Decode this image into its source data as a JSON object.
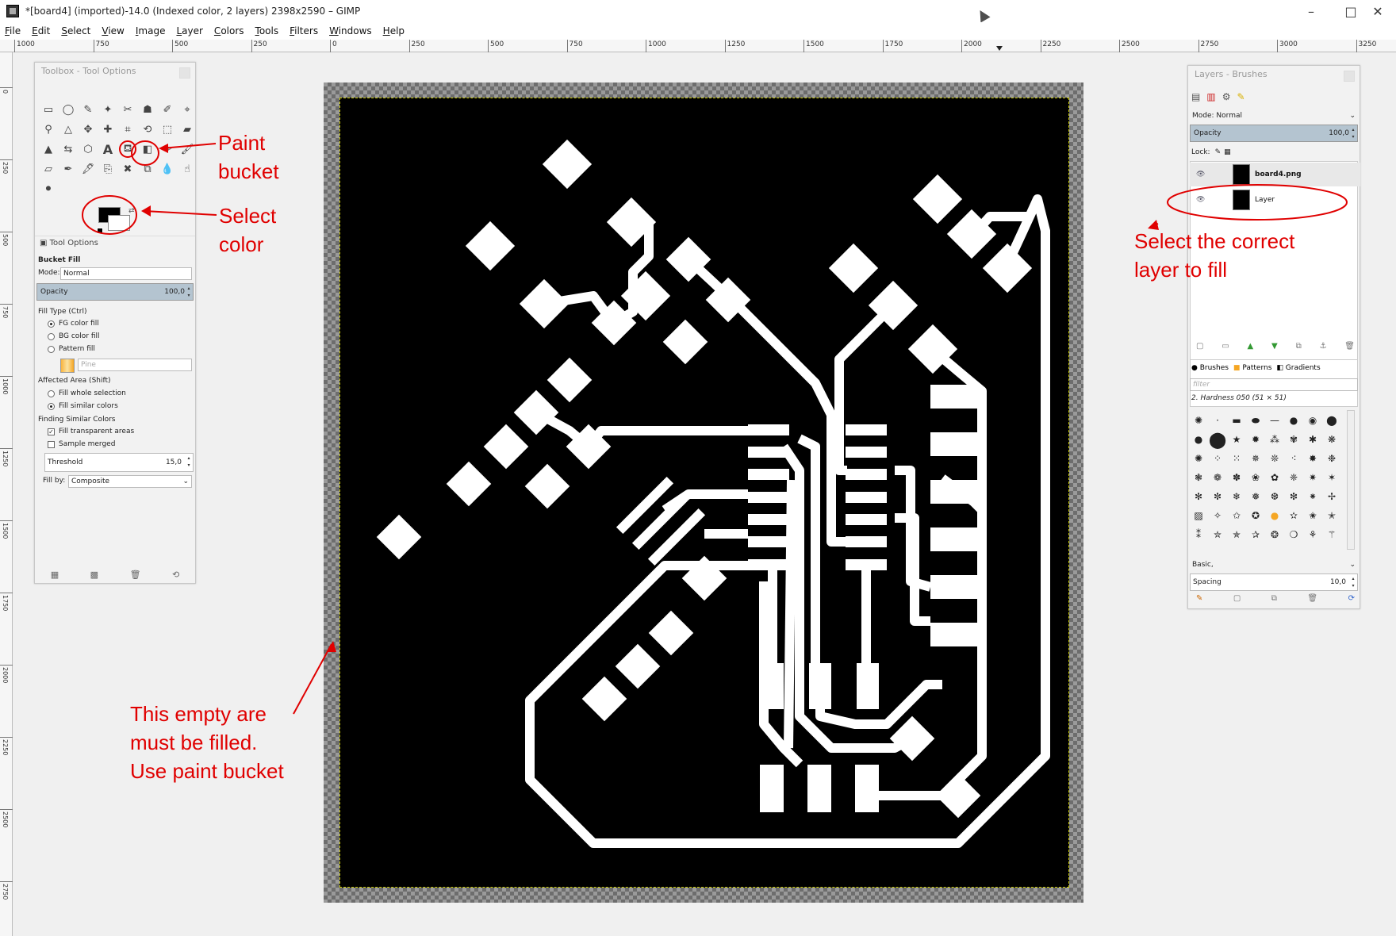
{
  "window": {
    "title": "*[board4] (imported)-14.0 (Indexed color, 2 layers) 2398x2590 – GIMP",
    "minimize": "–",
    "maximize": "□",
    "close": "✕"
  },
  "menubar": {
    "items": [
      {
        "ul": "F",
        "rest": "ile"
      },
      {
        "ul": "E",
        "rest": "dit"
      },
      {
        "ul": "S",
        "rest": "elect"
      },
      {
        "ul": "V",
        "rest": "iew"
      },
      {
        "ul": "I",
        "rest": "mage"
      },
      {
        "ul": "L",
        "rest": "ayer"
      },
      {
        "ul": "C",
        "rest": "olors"
      },
      {
        "ul": "T",
        "rest": "ools"
      },
      {
        "ul": "F",
        "rest": "ilters"
      },
      {
        "ul": "W",
        "rest": "indows"
      },
      {
        "ul": "H",
        "rest": "elp"
      }
    ]
  },
  "ruler": {
    "h_labels": [
      "1000",
      "750",
      "500",
      "250",
      "0",
      "250",
      "500",
      "750",
      "1000",
      "1250",
      "1500",
      "1750",
      "2000",
      "2250",
      "2500",
      "2750",
      "3000",
      "3250"
    ],
    "v_labels": [
      "0",
      "250",
      "500",
      "750",
      "1000",
      "1250",
      "1500",
      "1750",
      "2000",
      "2250",
      "2500",
      "2750"
    ]
  },
  "toolbox": {
    "title": "Toolbox - Tool Options",
    "tool_options_tab": "Tool Options",
    "tool_name": "Bucket Fill",
    "mode_label": "Mode:",
    "mode_value": "Normal",
    "opacity_label": "Opacity",
    "opacity_value": "100,0",
    "fill_type_label": "Fill Type  (Ctrl)",
    "fg_fill": "FG color fill",
    "bg_fill": "BG color fill",
    "pattern_fill": "Pattern fill",
    "pattern_name": "Pine",
    "affected_label": "Affected Area  (Shift)",
    "whole_selection": "Fill whole selection",
    "similar_colors": "Fill similar colors",
    "finding_label": "Finding Similar Colors",
    "transparent_areas": "Fill transparent areas",
    "sample_merged": "Sample merged",
    "threshold_label": "Threshold",
    "threshold_value": "15,0",
    "fillby_label": "Fill by:",
    "fillby_value": "Composite"
  },
  "layers": {
    "title": "Layers - Brushes",
    "mode_label": "Mode: Normal",
    "opacity_label": "Opacity",
    "opacity_value": "100,0",
    "lock_label": "Lock:",
    "rows": [
      {
        "name": "board4.png"
      },
      {
        "name": "Layer"
      }
    ],
    "tabs": {
      "brushes": "Brushes",
      "patterns": "Patterns",
      "gradients": "Gradients"
    },
    "filter_placeholder": "filter",
    "brush_name": "2. Hardness 050 (51 × 51)",
    "brush_set": "Basic,",
    "spacing_label": "Spacing",
    "spacing_value": "10,0"
  },
  "annotations": {
    "paint_bucket": [
      "Paint",
      "bucket"
    ],
    "select_color": [
      "Select",
      "color"
    ],
    "select_layer": [
      "Select the correct",
      "layer to fill"
    ],
    "empty_area": [
      "This empty are",
      "must be filled.",
      "Use paint bucket"
    ]
  },
  "colors": {
    "annotation_red": "#e00000",
    "canvas_black": "#000000",
    "trace_white": "#ffffff"
  }
}
